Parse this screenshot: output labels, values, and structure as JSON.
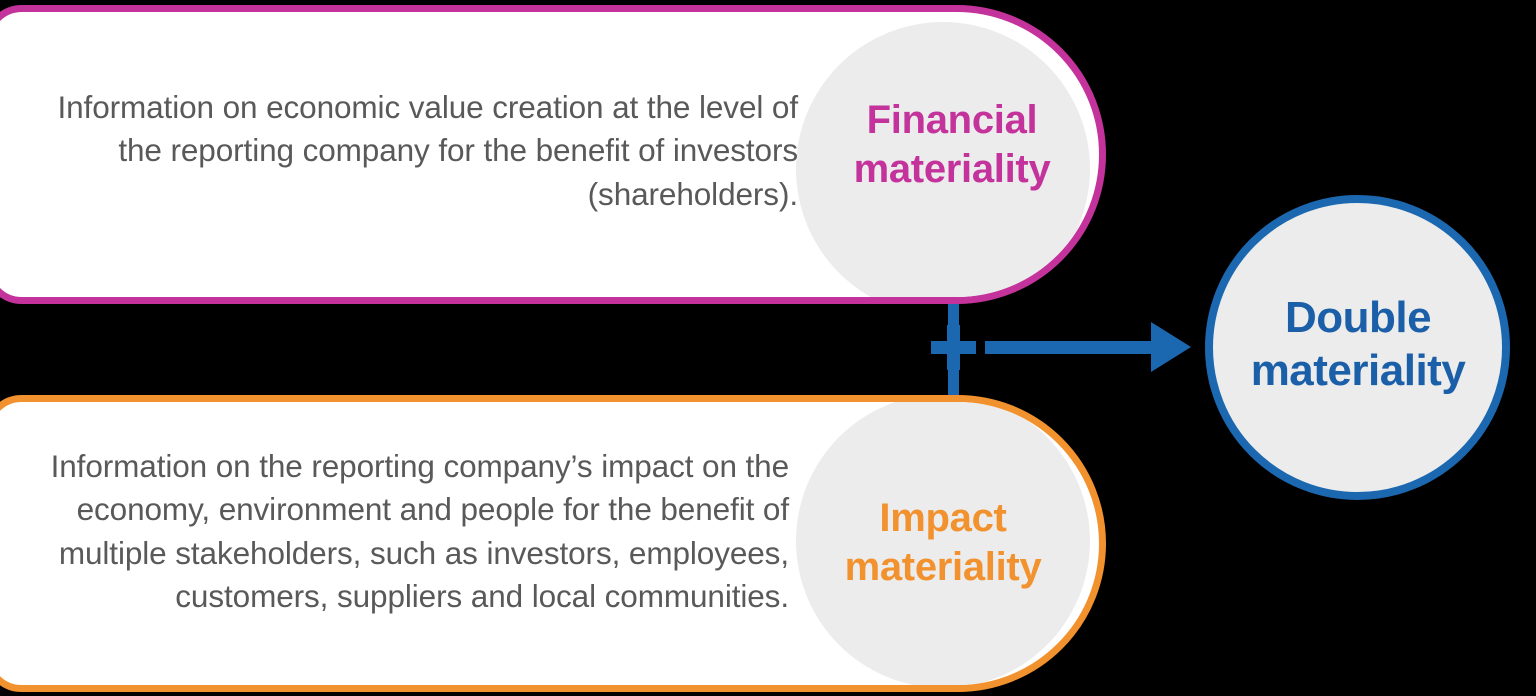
{
  "diagram": {
    "title": "Double materiality",
    "background_color": "#000000",
    "financial": {
      "border_color": "#C4339B",
      "disc_color": "#ECECEC",
      "label": "Financial\nmateriality",
      "body": "Information on economic value creation at the level of the reporting company for the benefit of investors (shareholders)."
    },
    "impact": {
      "border_color": "#F2922F",
      "disc_color": "#ECECEC",
      "label": "Impact\nmateriality",
      "body": "Information on the reporting company’s impact on the economy, environment and people for the benefit of multiple stakeholders, such as investors, employees, customers, suppliers and local communities."
    },
    "connector": {
      "color": "#1C68B0",
      "operator": "+",
      "arrow": "→"
    },
    "result": {
      "border_color": "#1C68B0",
      "fill_color": "#ECECEC",
      "text_color": "#1B5FA8",
      "label": "Double\nmateriality"
    }
  }
}
